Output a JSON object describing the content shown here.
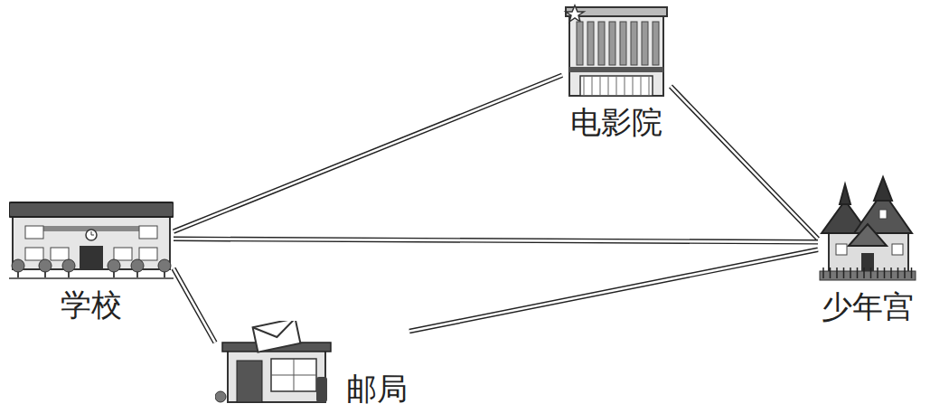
{
  "diagram": {
    "nodes": [
      {
        "text": [
          "电影院"
        ]
      },
      {
        "text": [
          "学校"
        ]
      },
      {
        "text": [
          "少年宫"
        ]
      },
      {
        "text": [
          "邮局"
        ]
      }
    ],
    "edges": [
      {
        "from": 1,
        "to": 0,
        "arrow": "none"
      },
      {
        "from": 1,
        "to": 2,
        "arrow": "none"
      },
      {
        "from": 1,
        "to": 3,
        "arrow": "none"
      },
      {
        "from": 0,
        "to": 2,
        "arrow": "none"
      },
      {
        "from": 3,
        "to": 2,
        "arrow": "none"
      }
    ]
  }
}
